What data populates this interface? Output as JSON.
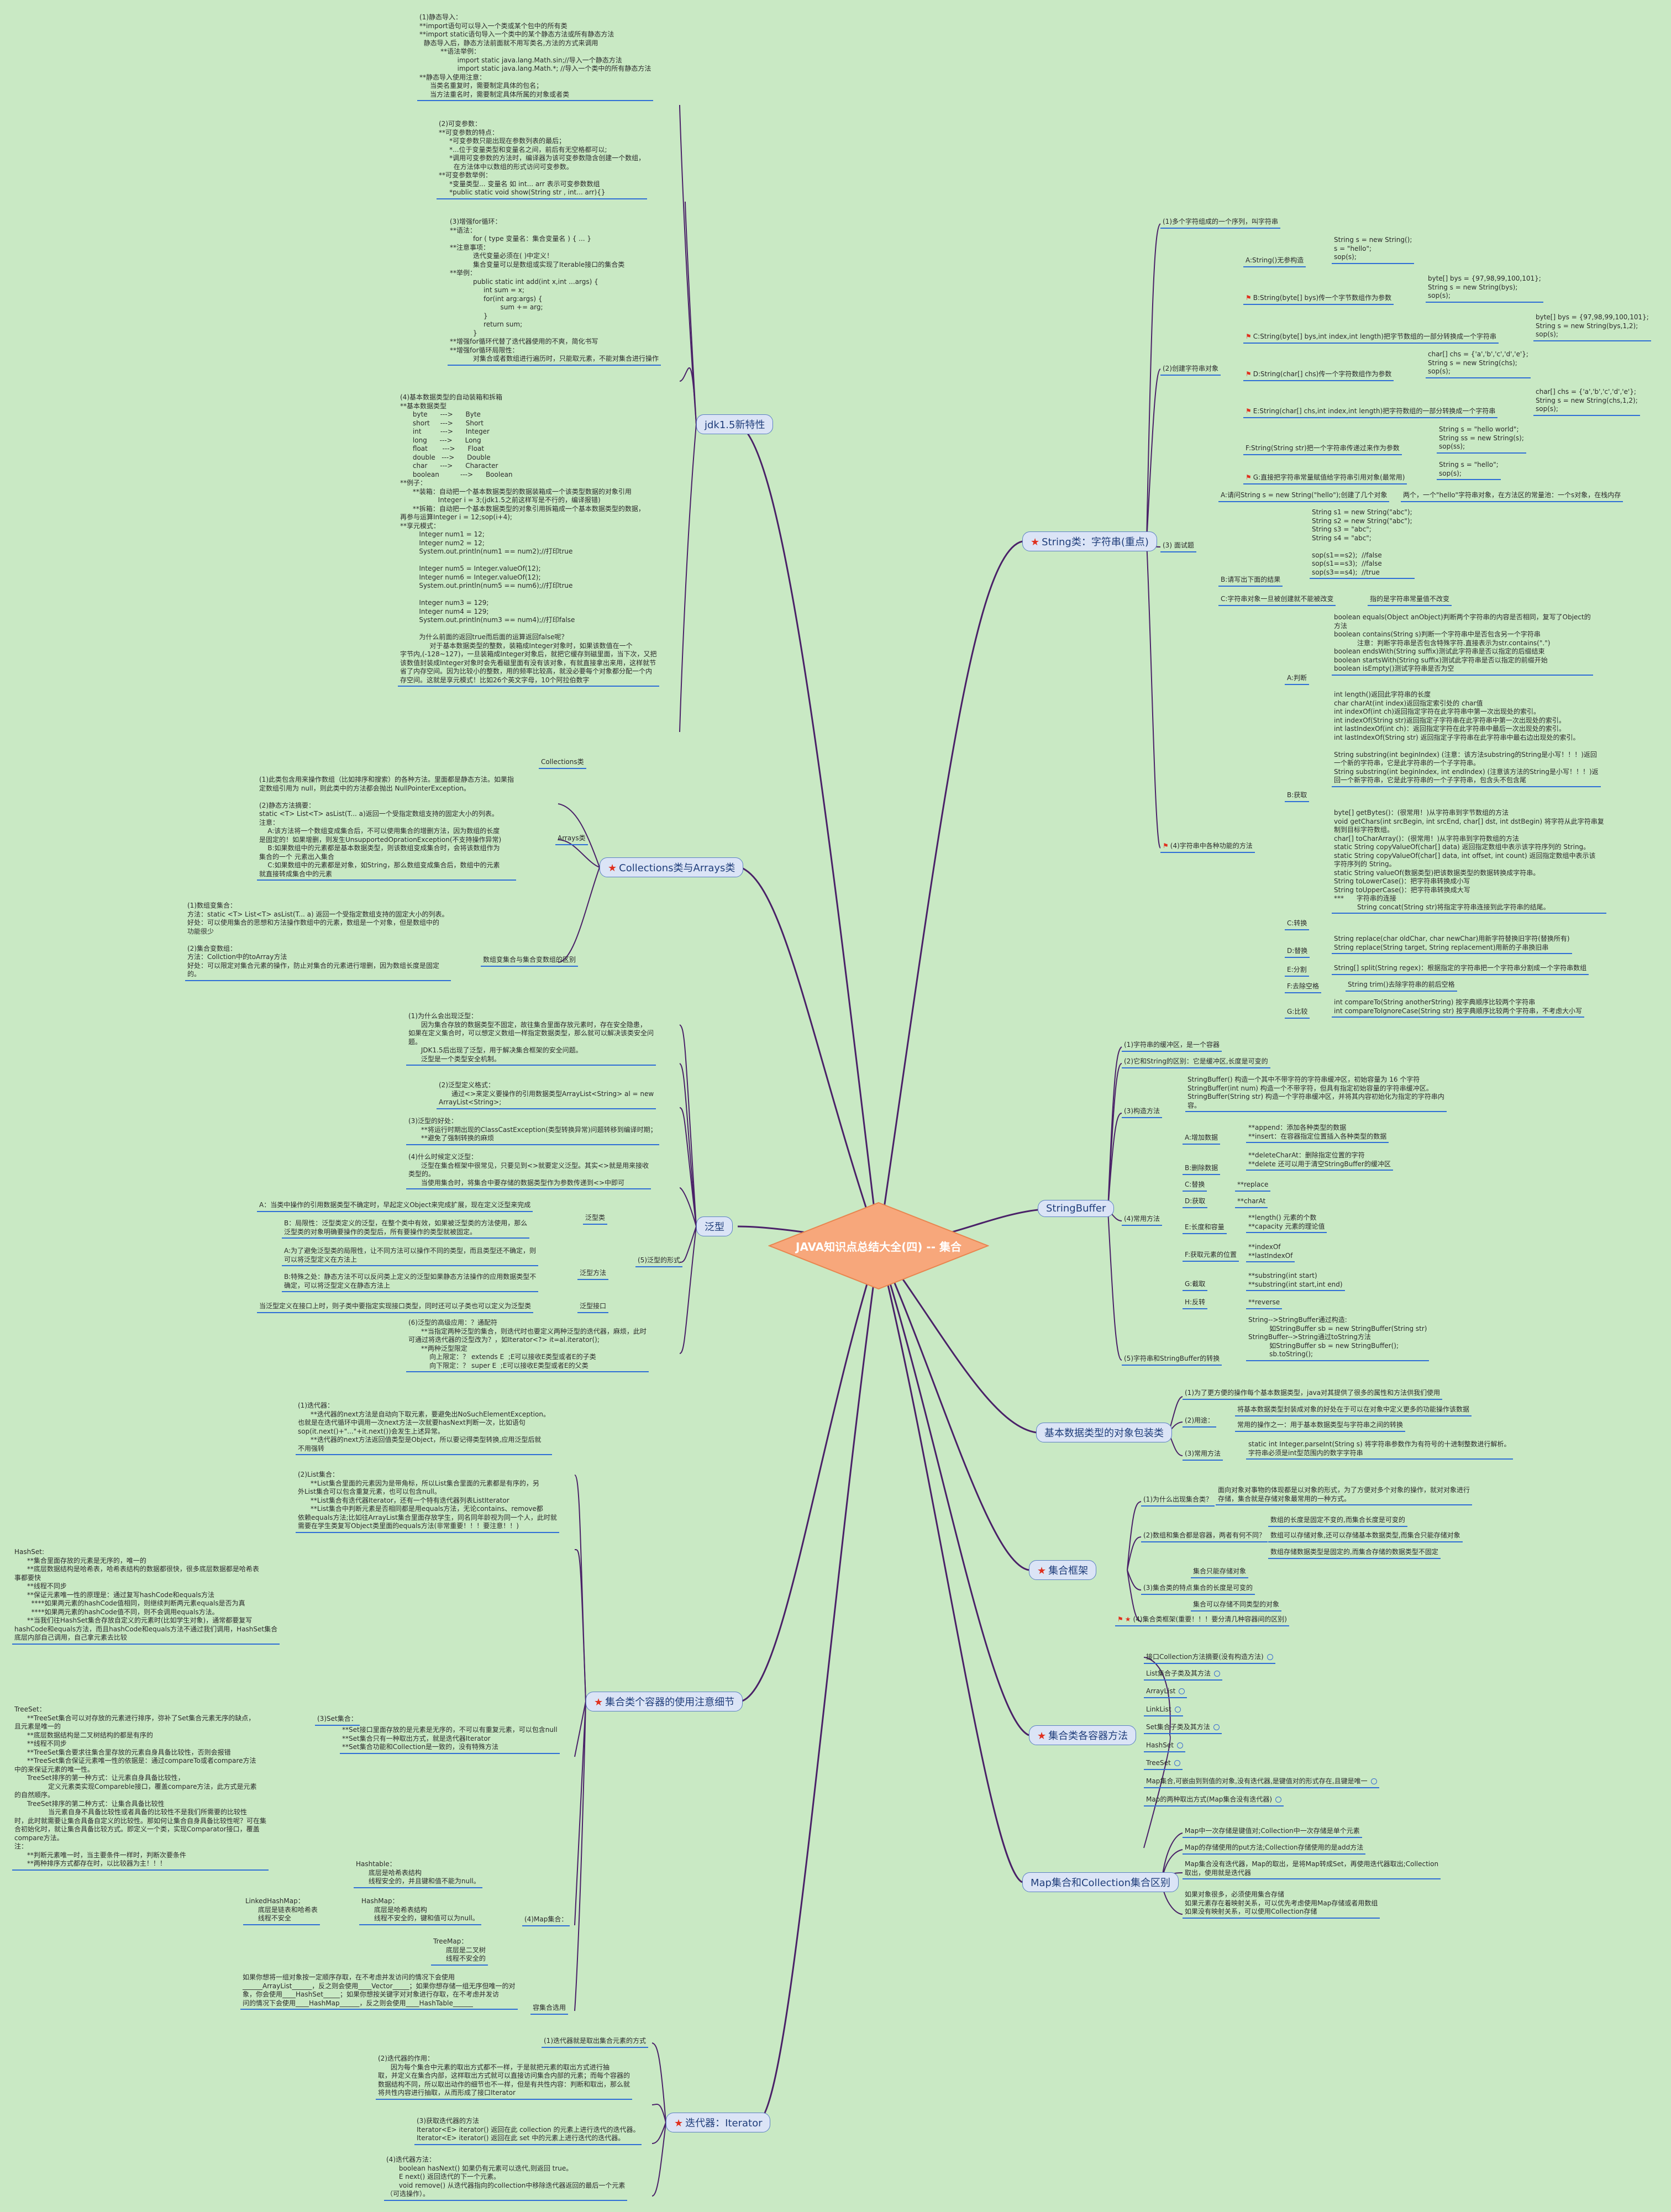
{
  "center": "JAVA知识点总结大全(四) -- 集合",
  "topics": {
    "jdk15": "jdk1.5新特性",
    "collections_arrays": "Collections类与Arrays类",
    "generics": "泛型",
    "collection_notes": "集合类个容器的使用注意细节",
    "iterator": "迭代器：Iterator",
    "string": "String类：字符串(重点)",
    "stringbuffer": "StringBuffer",
    "wrapper": "基本数据类型的对象包装类",
    "framework": "集合框架",
    "common_methods": "集合类各容器方法",
    "map_vs_collection": "Map集合和Collection集合区别"
  },
  "left_notes": {
    "static_import": "(1)静态导入：\n**import语句可以导入一个类或某个包中的所有类\n**import static语句导入一个类中的某个静态方法或所有静态方法\n  静态导入后，静态方法前面就不用写类名,方法的方式来调用\n          **语法举例：\n                  import static java.lang.Math.sin;//导入一个静态方法\n                  import static java.lang.Math.*; //导入一个类中的所有静态方法\n**静态导入使用注意：\n     当类名重复时，需要制定具体的包名；\n     当方法重名时，需要制定具体所属的对象或者类",
    "varargs": "(2)可变参数：\n**可变参数的特点：\n     *可变参数只能出现在参数列表的最后；\n     *...位于变量类型和变量名之间，前后有无空格都可以;\n     *调用可变参数的方法时，编译器为该可变参数隐含创建一个数组，\n       在方法体中以数组的形式访问可变参数。\n**可变参数举例：\n     *变量类型... 变量名 如 int... arr 表示可变参数数组\n     *public static void show(String str , int... arr){}",
    "foreach": "(3)增强for循环：\n**语法：\n           for ( type 变量名：集合变量名 ) { ... }\n**注意事项：\n           迭代变量必须在( )中定义！\n           集合变量可以是数组或实现了Iterable接口的集合类\n**举例：\n           public static int add(int x,int ...args) {\n                int sum = x;\n                for(int arg:args) {\n                        sum += arg;\n                }\n                return sum;\n           }\n**增强for循环代替了迭代器使用的不爽，简化书写\n**增强for循环局限性：\n           对集合或者数组进行遍历时，只能取元素，不能对集合进行操作",
    "autobox": "(4)基本数据类型的自动装箱和拆箱\n**基本数据类型\n      byte      --->      Byte\n      short     --->      Short\n      int         --->      Integer\n      long      --->      Long\n      float       --->      Float\n      double   --->      Double\n      char      --->      Character\n      boolean          --->      Boolean\n**例子：\n      **装箱：自动把一个基本数据类型的数据装箱成一个该类型数据的对象引用\n                  Integer i = 3;(jdk1.5之前这样写是不行的，编译报错)\n      **拆箱：自动把一个基本数据类型的对象引用拆箱成一个基本数据类型的数据，\n再参与运算Integer i = 12;sop(i+4);\n**享元模式：\n         Integer num1 = 12;\n         Integer num2 = 12;\n         System.out.println(num1 == num2);//打印true\n\n         Integer num5 = Integer.valueOf(12);\n         Integer num6 = Integer.valueOf(12);\n         System.out.println(num5 == num6);//打印true\n\n         Integer num3 = 129;\n         Integer num4 = 129;\n         System.out.println(num3 == num4);//打印false\n\n         为什么前面的返回true而后面的运算返回false呢？\n              对于基本数据类型的整数，装箱成Integer对象时，如果该数值在一个\n字节内,(-128~127)，一旦装箱成Integer对象后，就把它缓存到磁里面，当下次，又把\n该数值封装成Integer对象时会先看磁里面有没有该对象，有就直接拿出来用，这样就节\n省了内存空间。因为比较小的整数，用的频率比较高，就没必要每个对象都分配一个内\n存空间。这就是享元模式！比如26个英文字母，10个阿拉伯数字",
    "collections_label": "Collections类",
    "arrays_label": "Arrays类",
    "arrays_notes": "(1)此类包含用来操作数组（比如排序和搜索）的各种方法。里面都是静态方法。如果指\n定数组引用为 null，则此类中的方法都会抛出 NullPointerException。\n\n(2)静态方法摘要：\nstatic <T> List<T> asList(T... a)返回一个受指定数组支持的固定大小的列表。\n注意：\n    A:该方法将一个数组变成集合后，不可以使用集合的增删方法，因为数组的长度\n是固定的！如果增删，则发生UnsupportedOprationException(不支持操作异常)\n    B:如果数组中的元素都是基本数据类型，则该数组变成集合时，会将该数组作为\n集合的一个 元素出入集合\n    C:如果数组中的元素都是对象，如String，那么数组变成集合后，数组中的元素\n就直接转成集合中的元素",
    "convert_label": "数组变集合与集合变数组的区别",
    "convert_notes": "(1)数组变集合：\n方法：static <T> List<T> asList(T... a) 返回一个受指定数组支持的固定大小的列表。\n好处：可以使用集合的思想和方法操作数组中的元素，数组是一个对象，但是数组中的\n功能很少\n\n(2)集合变数组：\n方法：Collction中的toArray方法\n好处：可以限定对集合元素的操作，防止对集合的元素进行增删，因为数组长度是固定\n的。",
    "generic_why": "(1)为什么会出现泛型：\n      因为集合存放的数据类型不固定，故往集合里面存放元素时，存在安全隐患，\n如果在定义集合时，可以想定义数组一样指定数据类型，那么就可以解决该类安全问\n题。\n      JDK1.5后出现了泛型，用于解决集合框架的安全问题。\n      泛型是一个类型安全机制。",
    "generic_format": "(2)泛型定义格式：\n      通过<>来定义要操作的引用数据类型ArrayList<String> al = new\nArrayList<String>;",
    "generic_benefit": "(3)泛型的好处：\n      **将运行时期出现的ClassCastException(类型转换异常)问题转移到编译时期；\n      **避免了强制转换的麻烦",
    "generic_when": "(4)什么时候定义泛型：\n      泛型在集合框架中很常见，只要见到<>就要定义泛型。其实<>就是用来接收\n类型的。\n      当使用集合时，将集合中要存储的数据类型作为参数传递到<>中即可",
    "generic_class_a": "A：当类中操作的引用数据类型不确定时，早起定义Object来完成扩展，现在定义泛型来完成",
    "generic_class_b": "B：局限性：泛型类定义的泛型，在整个类中有效，如果被泛型类的方法使用，那么\n泛型类的对象明确要操作的类型后，所有要操作的类型就被固定。",
    "generic_class_label": "泛型类",
    "generic_form_label": "(5)泛型的形式",
    "generic_method_a": "A:为了避免泛型类的局限性，让不同方法可以操作不同的类型，而且类型还不确定，则\n可以将泛型定义在方法上",
    "generic_method_b": "B:特殊之处：静态方法不可以反问类上定义的泛型如果静态方法操作的应用数据类型不\n确定，可以将泛型定义在静态方法上",
    "generic_method_label": "泛型方法",
    "generic_interface": "当泛型定义在接口上时，则子类中要指定实现接口类型，同时还可以子类也可以定义为泛型类",
    "generic_interface_label": "泛型接口",
    "generic_bound": "(6)泛型的高级应用：？通配符\n      **当指定两种泛型的集合，则迭代时也要定义两种泛型的迭代器，麻烦，此时\n可通过将迭代器的泛型改为？，如Iterator<?> it=al.iterator();\n      **两种泛型限定\n          向上限定：？ extends E  ;E可以接收E类型或者E的子类\n          向下限定：？ super E  ;E可以接收E类型或者E的父类",
    "iterator_detail": "(1)迭代器：\n      **迭代器的next方法是自动向下取元素，要避免出NoSuchElementException。\n也就是在迭代循环中调用一次next方法一次就要hasNext判断一次，比如语句\nsop(it.next()+\"...\"+it.next())会发生上述异常。\n      **迭代器的next方法返回值类型是Object，所以要记得类型转换,应用泛型后就\n不用强转",
    "list_detail": "(2)List集合：\n      **List集合里面的元素因为是带角标，所以List集合里面的元素都是有序的，另\n外List集合可以包含重复元素，也可以包含null。\n      **List集合有迭代器Iterator，还有一个特有迭代器列表ListIterator\n      **List集合中判断元素是否相同都是用equals方法，无论contains、remove都\n依赖equals方法;比如往ArrayList集合里面存放学生，同名同年龄视为同一个人，此时就\n需要在学生类复写Object类里面的equals方法(非常重要！！！要注意！！)",
    "hashset_detail": "HashSet:\n      **集合里面存放的元素是无序的，唯一的\n      **底层数据结构是哈希表，哈希表结构的数据都很快，很多底层数据都是哈希表\n事都要快\n      **线程不同步\n      **保证元素唯一性的原理是：通过复写hashCode和equals方法\n        ****如果两元素的hashCode值相同，则继续判断两元素equals是否为真\n        ****如果两元素的hashCode值不同，则不会调用equals方法。\n      **当我们往HashSet集合存放自定义的元素时(比如学生对象)，通常都要复写\nhashCode和equals方法，而且hashCode和equals方法不通过我们调用，HashSet集合\n底层内部自己调用，自己拿元素去比较",
    "treeset_detail": "TreeSet：\n      **TreeSet集合可以对存放的元素进行排序，弥补了Set集合元素无序的缺点，\n且元素是唯一的\n      **底层数据结构是二叉树结构的都是有序的\n      **线程不同步\n      **TreeSet集合要求往集合里存放的元素自身具备比较性，否则会报错\n      **TreeSet集合保证元素唯一性的依据是：通过compareTo或者compare方法\n中的来保证元素的唯一性。\n      TreeSet排序的第一种方式：让元素自身具备比较性，\n                定义元素类实现Compareble接口，覆盖compare方法，此方式是元素\n的自然顺序。\n      TreeSet排序的第二种方式：让集合具备比较性\n                当元素自身不具备比较性或者具备的比较性不是我们所需要的比较性\n时，此时就需要让集合具备自定义的比较性。那如何让集合自身具备比较性呢？可在集\n合初始化时，就让集合具备比较方式。即定义一个类，实现Comparator接口，覆盖\ncompare方法。\n注：\n      **判断元素唯一时，当主要条件一样时，判断次要条件\n      **两种排序方式都存在时，以比较器为主！！！",
    "set_label": "(3)Set集合：",
    "set_detail": "**Set接口里面存放的是元素是无序的，不可以有重复元素，可以包含null\n**Set集合只有一种取出方式，就是迭代器Iterator\n**Set集合功能和Collection是一致的，没有特殊方法",
    "hashtable": "Hashtable：\n      底层是哈希表结构\n      线程安全的，并且键和值不能为null。",
    "hashmap": "HashMap：\n      底层是哈希表结构\n      线程不安全的，键和值可以为null。",
    "linkedhashmap": "LinkedHashMap：\n      底层是链表和哈希表\n      线程不安全",
    "treemap": "TreeMap：\n      底层是二叉树\n      线程不安全的",
    "map_label": "(4)Map集合：",
    "choose_detail": "如果你想将一组对象按一定顺序存取，在不考虑并发访问的情况下会使用\n______ArrayList______，反之则会使用____Vector_____；如果你想存储一组无序但唯一的对\n象，你会使用____HashSet_____；如果你想按关键字对对象进行存取，在不考虑并发访\n问的情况下会使用____HashMap______，反之则会使用____HashTable______",
    "choose_label": "容集合选用",
    "iter_1": "(1)迭代器就是取出集合元素的方式",
    "iter_2": "(2)迭代器的作用：\n      因为每个集合中元素的取出方式都不一样，于是就把元素的取出方式进行抽\n取，并定义在集合内部，这样取出方式就可以直接访问集合内部的元素；而每个容器的\n数据结构不同，所以取出动作的细节也不一样，但是有共性内容：判断和取出，那么就\n将共性内容进行抽取，从而形成了接口Iterator",
    "iter_3": "(3)获取迭代器的方法\nIterator<E> iterator() 返回在此 collection 的元素上进行迭代的迭代器。\nIterator<E> iterator() 返回在此 set 中的元素上进行迭代的迭代器。",
    "iter_4": "(4)迭代器方法：\n      boolean hasNext() 如果仍有元素可以迭代,则返回 true。\n      E next() 返回迭代的下一个元素。\n      void remove() 从迭代器指向的collection中移除迭代器返回的最后一个元素\n（可选操作）。"
  },
  "right_notes": {
    "str_1": "(1)多个字符组成的一个序列，叫字符串",
    "str_a_label": "A:String()无参构造",
    "str_a_code": "String s = new String();\ns = \"hello\";\nsop(s);",
    "str_b_label": "B:String(byte[] bys)传一个字节数组作为参数",
    "str_b_code": "byte[] bys = {97,98,99,100,101};\nString s = new String(bys);\nsop(s);",
    "str_c_label": "C:String(byte[] bys,int index,int length)把字节数组的一部分转换成一个字符串",
    "str_c_code": "byte[] bys = {97,98,99,100,101};\nString s = new String(bys,1,2);\nsop(s);",
    "str_d_label": "D:String(char[] chs)传一个字符数组作为参数",
    "str_d_code": "char[] chs = {'a','b','c','d','e'};\nString s = new String(chs);\nsop(s);",
    "str_e_label": "E:String(char[] chs,int index,int length)把字符数组的一部分转换成一个字符串",
    "str_e_code": "char[] chs = {'a','b','c','d','e'};\nString s = new String(chs,1,2);\nsop(s);",
    "str_f_label": "F:String(String str)把一个字符串传递过来作为参数",
    "str_f_code": "String s = \"hello world\";\nString ss = new String(s);\nsop(ss);",
    "str_g_label": "G:直接把字符串常量赋值给字符串引用对象(最常用)",
    "str_g_code": "String s = \"hello\";\nsop(s);",
    "str_2": "(2)创建字符串对象",
    "str_3": "(3) 面试题",
    "str_3a": "A:请问String s = new String(\"hello\");创建了几个对象",
    "str_3a_ans": "两个，一个\"hello\"字符串对象，在方法区的常量池：一个s对象，在栈内存",
    "str_3b_code": "String s1 = new String(\"abc\");\nString s2 = new String(\"abc\");\nString s3 = \"abc\";\nString s4 = \"abc\";\n\nsop(s1==s2);  //false\nsop(s1==s3);  //false\nsop(s3==s4);  //true",
    "str_3b": "B:请写出下面的结果",
    "str_3c": "C:字符串对象一旦被创建就不能被改变",
    "str_3c_ans": "指的是字符串常量值不改变",
    "str_4": "(4)字符串中各种功能的方法",
    "judge": "boolean equals(Object anObject)判断两个字符串的内容是否相同，复写了Object的\n方法\nboolean contains(String s)判断一个字符串中是否包含另一个字符串\n           注意：判断字符串是否包含特殊字符.直接表示为str.contains(\".\")\nboolean endsWith(String suffix)测试此字符串是否以指定的后缀结束\nboolean startsWith(String suffix)测试此字符串是否以指定的前缀开始\nboolean isEmpty()测试字符串是否为空",
    "judge_label": "A:判断",
    "get": "int length()返回此字符串的长度\nchar charAt(int index)返回指定索引处的 char值\nint indexOf(int ch)返回指定字符在此字符串中第一次出现处的索引。\nint indexOf(String str)返回指定子字符串在此字符串中第一次出现处的索引。\nint lastIndexOf(int ch)：返回指定字符在此字符串中最后一次出现处的索引。\nint lastIndexOf(String str) 返回指定子字符串在此字符串中最右边出现处的索引。\n\nString substring(int beginIndex) (注意：该方法substring的String是小写！！！)返回\n一个新的字符串，它是此字符串的一个子字符串。\nString substring(int beginIndex, int endIndex) (注意该方法的String是小写！！！)返\n回一个新字符串，它是此字符串的一个子字符串，包含头不包含尾",
    "get_label": "B:获取",
    "convert": "byte[] getBytes()：(很常用！)从字符串到字节数组的方法\nvoid getChars(int srcBegin, int srcEnd, char[] dst, int dstBegin) 将字符从此字符串复\n制到目标字符数组。\nchar[] toCharArray()：(很常用！)从字符串到字符数组的方法\nstatic String copyValueOf(char[] data) 返回指定数组中表示该字符序列的 String。\nstatic String copyValueOf(char[] data, int offset, int count) 返回指定数组中表示该\n字符序列的 String。\nstatic String valueOf(数据类型)把该数据类型的数据转换成字符串。\nString toLowerCase()：把字符串转换成小写\nString toUpperCase()：把字符串转换成大写\n***      字符串的连接\n           String concat(String str)将指定字符串连接到此字符串的结尾。",
    "convert_label": "C:转换",
    "replace": "String replace(char oldChar, char newChar)用新字符替换旧字符(替换所有)\nString replace(String target, String replacement)用新的子串换旧串",
    "replace_label": "D:替换",
    "split": "String[] split(String regex)：根据指定的字符串把一个字符串分割成一个字符串数组",
    "split_label": "E:分割",
    "trim": "String trim()去除字符串的前后空格",
    "trim_label": "F:去除空格",
    "compare": "int compareTo(String anotherString) 按字典顺序比较两个字符串\nint compareToIgnoreCase(String str) 按字典顺序比较两个字符串，不考虑大小写",
    "compare_label": "G:比较",
    "sb_1": "(1)字符串的缓冲区，是一个容器",
    "sb_2": "(2)它和String的区别：它是缓冲区,长度是可变的",
    "sb_3_code": "StringBuffer() 构造一个其中不带字符的字符串缓冲区，初始容量为 16 个字符\nStringBuffer(int num) 构造一个不带字符，但具有指定初始容量的字符串缓冲区。\nStringBuffer(String str) 构造一个字符串缓冲区，并将其内容初始化为指定的字符串内\n容。",
    "sb_3": "(3)构造方法",
    "sb_4": "(4)常用方法",
    "sb_add_label": "A:增加数据",
    "sb_add": "**append：添加各种类型的数据\n**insert：在容器指定位置插入各种类型的数据",
    "sb_del_label": "B:删除数据",
    "sb_del": "**deleteCharAt：删除指定位置的字符\n**delete 还可以用于清空StringBuffer的缓冲区",
    "sb_rep_label": "C:替换",
    "sb_rep": "**replace",
    "sb_get_label": "D:获取",
    "sb_get": "**charAt",
    "sb_len_label": "E:长度和容量",
    "sb_len": "**length() 元素的个数\n**capacity 元素的理论值",
    "sb_pos_label": "F:获取元素的位置",
    "sb_pos": "**indexOf\n**lastIndexOf",
    "sb_cut_label": "G:截取",
    "sb_cut": "**substring(int start)\n**substring(int start,int end)",
    "sb_rev_label": "H:反转",
    "sb_rev": "**reverse",
    "sb_5_code": "String-->StringBuffer通过构造:\n          如StringBuffer sb = new StringBuffer(String str)\nStringBuffer-->String通过toString方法\n          如StringBuffer sb = new StringBuffer();\n          sb.toString();",
    "sb_5": "(5)字符串和StringBuffer的转换",
    "wr_1": "(1)为了更方便的操作每个基本数据类型，java对其提供了很多的属性和方法供我们使用",
    "wr_2_a": "将基本数据类型封装成对象的好处在于可以在对象中定义更多的功能操作该数据",
    "wr_2_b": "常用的操作之一：用于基本数据类型与字符串之间的转换",
    "wr_2": "(2)用途：",
    "wr_3_code": "static int Integer.parseInt(String s) 将字符串参数作为有符号的十进制整数进行解析。\n字符串必须是int型范围内的数字字符串",
    "wr_3": "(3)常用方法",
    "fw_1": "(1)为什么出现集合类？",
    "fw_1_ans": "面向对象对事物的体现都是以对象的形式，为了方便对多个对象的操作，就对对象进行\n存储，集合就是存储对象最常用的一种方式。",
    "fw_2": "(2)数组和集合都是容器，两者有何不同？",
    "fw_2_a": "数组的长度是固定不变的,而集合长度是可变的",
    "fw_2_b": "数组可以存储对象,还可以存储基本数据类型,而集合只能存储对象",
    "fw_2_c": "数组存储数据类型是固定的,而集合存储的数据类型不固定",
    "fw_3": "(3)集合类的特点",
    "fw_3_a": "集合只能存储对象",
    "fw_3_b": "集合的长度是可变的",
    "fw_3_c": "集合可以存储不同类型的对象",
    "fw_4": "(4)集合类框架(重要！！！要分清几种容器间的区别)",
    "cm_items": [
      "接口Collection方法摘要(没有构造方法)",
      "List集合子类及其方法",
      "ArrayList",
      "LinkList",
      "Set集合子类及其方法",
      "HashSet",
      "TreeSet",
      "Map集合,可嵌由到到值的对象,没有迭代器,是键值对的形式存在,且键是唯一",
      "Map的两种取出方式(Map集合没有迭代器)"
    ],
    "mc_1": "Map中一次存储是键值对;Collection中一次存储是单个元素",
    "mc_2": "Map的存储使用的put方法;Collection存储使用的是add方法",
    "mc_3": "Map集合没有迭代器，Map的取出，是将Map转成Set，再使用迭代器取出;Collection\n取出，使用就是迭代器",
    "mc_4": "如果对象很多，必须使用集合存储\n如果元素存在着映射关系，可以优先考虑使用Map存储或者用数组\n如果没有映射关系，可以使用Collection存储"
  }
}
